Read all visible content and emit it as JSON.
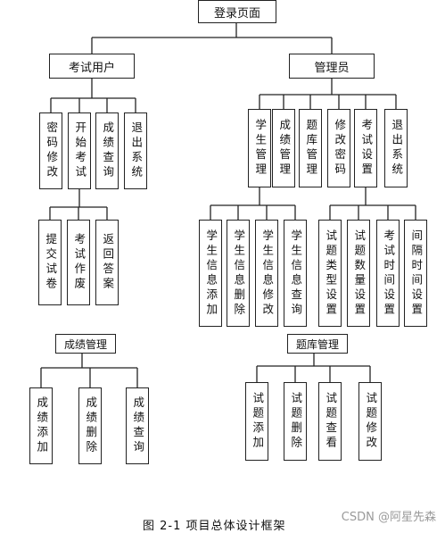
{
  "nodes": {
    "root": "登录页面",
    "user": "考试用户",
    "admin": "管理员",
    "u_pwd": "密码修改",
    "u_start": "开始考试",
    "u_score": "成绩查询",
    "u_exit": "退出系统",
    "u_submit": "提交试卷",
    "u_void": "考试作废",
    "u_back": "返回答案",
    "a_student": "学生管理",
    "a_score": "成绩管理",
    "a_bank": "题库管理",
    "a_pwd": "修改密码",
    "a_exam": "考试设置",
    "a_exit": "退出系统",
    "s_add": "学生信息添加",
    "s_del": "学生信息删除",
    "s_edit": "学生信息修改",
    "s_query": "学生信息查询",
    "e_type": "试题类型设置",
    "e_count": "试题数量设置",
    "e_time": "考试时间设置",
    "e_interval": "间隔时间设置",
    "score_title": "成绩管理",
    "sc_add": "成绩添加",
    "sc_del": "成绩删除",
    "sc_query": "成绩查询",
    "bank_title": "题库管理",
    "b_add": "试题添加",
    "b_del": "试题删除",
    "b_view": "试题查看",
    "b_edit": "试题修改"
  },
  "caption": "图 2-1 项目总体设计框架",
  "watermark": "CSDN @阿星先森"
}
